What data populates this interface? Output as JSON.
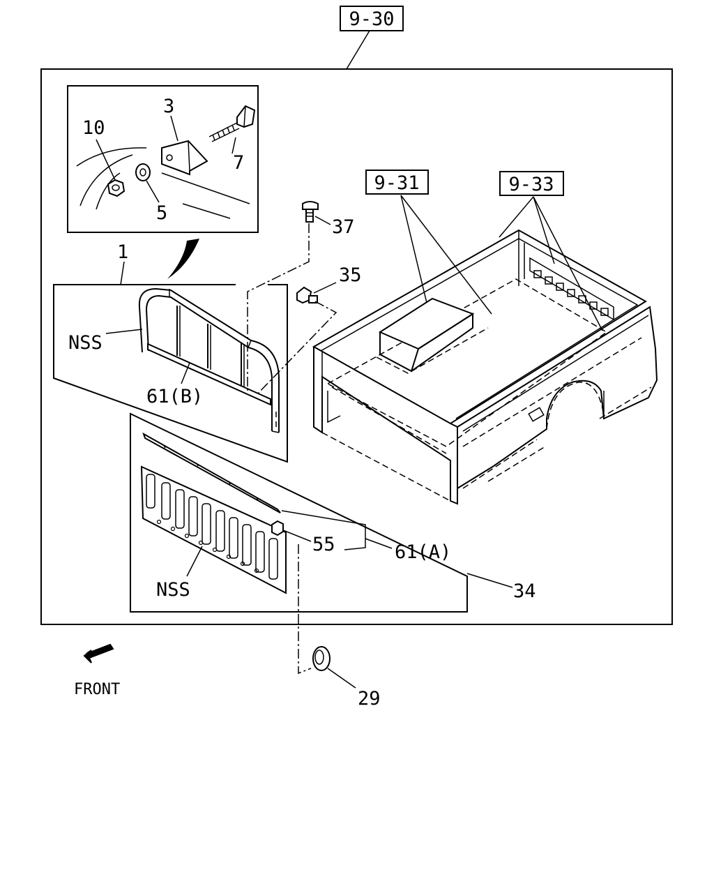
{
  "refs": {
    "main": "9-30",
    "floor": "9-31",
    "body": "9-33"
  },
  "callouts": {
    "p1": "1",
    "p3": "3",
    "p5": "5",
    "p7": "7",
    "p10": "10",
    "p29": "29",
    "p34": "34",
    "p35": "35",
    "p37": "37",
    "p55": "55",
    "p61a": "61(A)",
    "p61b": "61(B)",
    "nss1": "NSS",
    "nss2": "NSS"
  },
  "orientation": {
    "front_label": "FRONT",
    "icon": "front-arrow-icon"
  }
}
